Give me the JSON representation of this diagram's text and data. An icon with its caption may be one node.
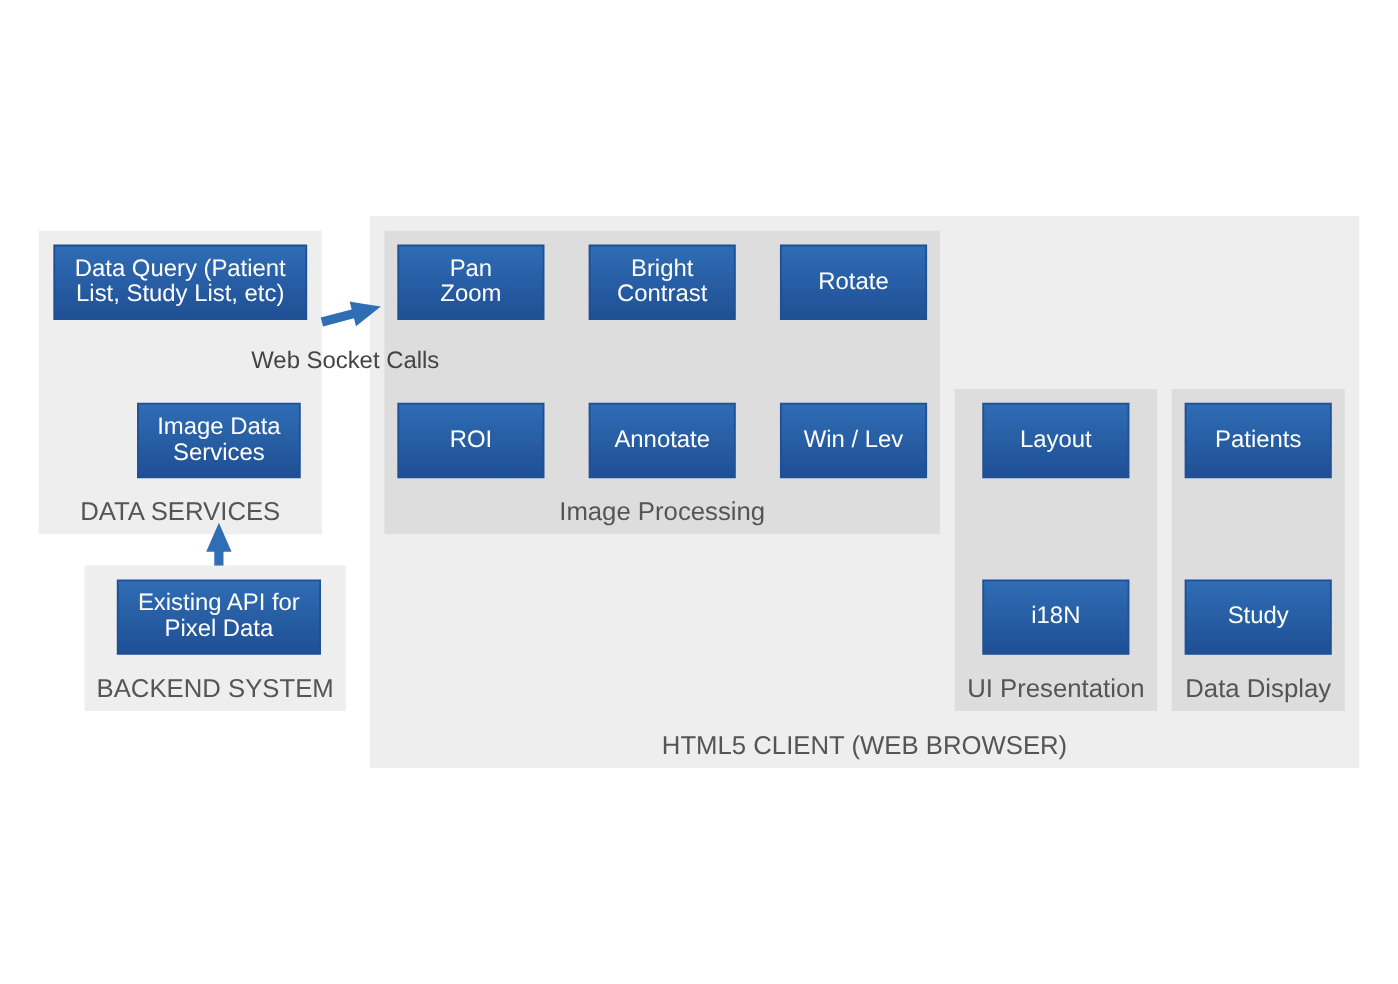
{
  "diagram": {
    "nodes": [
      {
        "text": [
          "HTML5 CLIENT (WEB BROWSER)"
        ]
      },
      {
        "text": [
          "Data Display"
        ],
        "in": 0
      },
      {
        "text": [
          "Patients"
        ],
        "in": 1
      },
      {
        "text": [
          "Study"
        ],
        "in": 1
      },
      {
        "text": [
          "UI Presentation"
        ],
        "in": 0
      },
      {
        "text": [
          "Layout"
        ],
        "in": 4
      },
      {
        "text": [
          "i18N"
        ],
        "in": 4
      },
      {
        "text": [
          "Image Processing"
        ],
        "in": 0
      },
      {
        "text": [
          "Rotate"
        ],
        "in": 7
      },
      {
        "text": [
          "Pan Zoom"
        ],
        "in": 7
      },
      {
        "text": [
          "Bright Contrast"
        ],
        "in": 7
      },
      {
        "text": [
          "Win / Lev"
        ],
        "in": 7
      },
      {
        "text": [
          "ROI"
        ],
        "in": 7
      },
      {
        "text": [
          "Annotate"
        ],
        "in": 7
      },
      {
        "text": [
          "DATA SERVICES"
        ]
      },
      {
        "text": [
          "Data Query (Patient List, Study List, etc)"
        ],
        "in": 14
      },
      {
        "text": [
          "Image Data Services"
        ],
        "in": 14
      },
      {
        "text": [
          "BACKEND SYSTEM"
        ]
      },
      {
        "text": [
          "Existing API for Pixel Data"
        ],
        "in": 17
      }
    ],
    "edges": [
      {
        "from": 14,
        "to": 0,
        "arrow": "to",
        "label": "Web Socket Calls"
      },
      {
        "from": 17,
        "to": 14,
        "arrow": "to"
      }
    ]
  }
}
